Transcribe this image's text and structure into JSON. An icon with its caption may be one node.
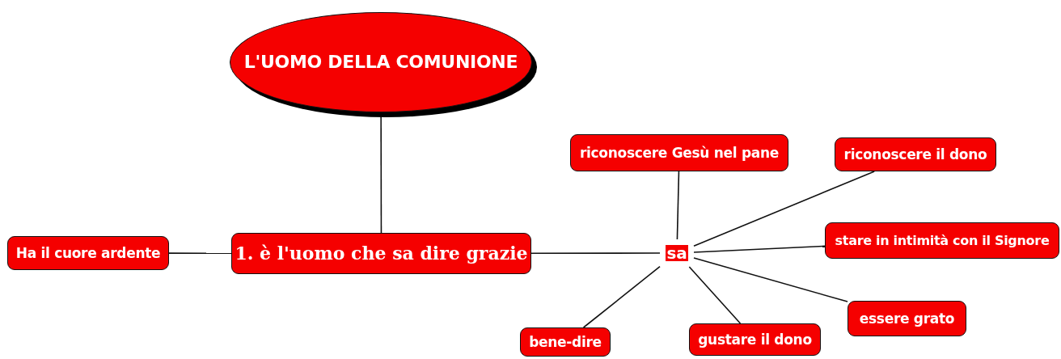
{
  "diagram": {
    "nodes": [
      {
        "text": [
          "L'UOMO DELLA COMUNIONE"
        ]
      },
      {
        "text": [
          "riconoscere Gesù nel pane"
        ]
      },
      {
        "text": [
          "riconoscere il dono"
        ]
      },
      {
        "text": [
          "Ha il cuore ardente"
        ]
      },
      {
        "text": [
          "1. è l'uomo che sa dire grazie"
        ]
      },
      {
        "text": [
          "sa"
        ]
      },
      {
        "text": [
          "stare in intimità con il Signore"
        ]
      },
      {
        "text": [
          "essere grato"
        ]
      },
      {
        "text": [
          "bene-dire"
        ]
      },
      {
        "text": [
          "gustare il dono"
        ]
      }
    ],
    "edges": [
      {
        "from": 0,
        "to": 4,
        "arrow": "none"
      },
      {
        "from": 3,
        "to": 4,
        "arrow": "none"
      },
      {
        "from": 4,
        "to": 5,
        "arrow": "none"
      },
      {
        "from": 5,
        "to": 1,
        "arrow": "none"
      },
      {
        "from": 5,
        "to": 2,
        "arrow": "none"
      },
      {
        "from": 5,
        "to": 6,
        "arrow": "none"
      },
      {
        "from": 5,
        "to": 7,
        "arrow": "none"
      },
      {
        "from": 5,
        "to": 8,
        "arrow": "none"
      },
      {
        "from": 5,
        "to": 9,
        "arrow": "none"
      }
    ]
  }
}
